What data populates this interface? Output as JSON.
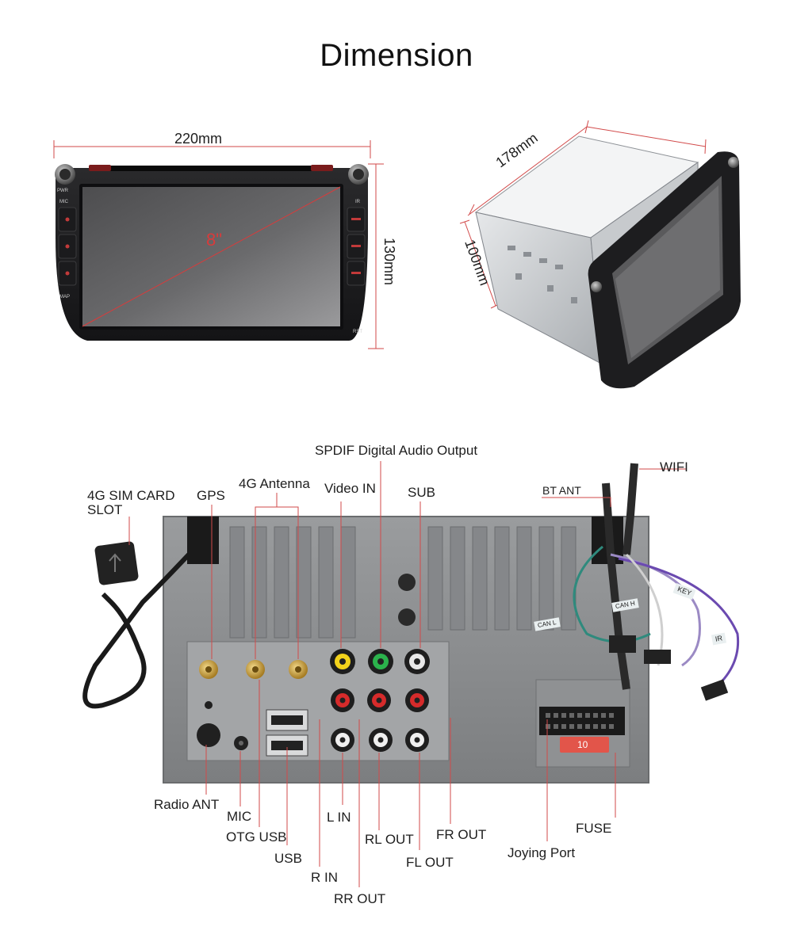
{
  "title": "Dimension",
  "dimensions": {
    "front_width": "220mm",
    "front_height": "130mm",
    "screen_size": "8\"",
    "side_width": "178mm",
    "side_depth": "100mm"
  },
  "front_unit": {
    "left_buttons": [
      "PWR",
      "MIC",
      "MAP"
    ],
    "right_buttons": [
      "IR",
      "RST"
    ]
  },
  "rear_labels": {
    "sim_slot": "4G SIM CARD\nSLOT",
    "gps": "GPS",
    "antenna_4g": "4G Antenna",
    "video_in": "Video IN",
    "spdif": "SPDIF Digital Audio Output",
    "sub": "SUB",
    "bt_ant": "BT ANT",
    "wifi": "WIFI",
    "radio_ant": "Radio ANT",
    "mic": "MIC",
    "otg_usb": "OTG USB",
    "usb": "USB",
    "r_in": "R IN",
    "rr_out": "RR OUT",
    "l_in": "L IN",
    "rl_out": "RL OUT",
    "fl_out": "FL OUT",
    "fr_out": "FR OUT",
    "joying_port": "Joying Port",
    "fuse": "FUSE"
  },
  "cable_tags": [
    "CAN H",
    "CAN L",
    "KEY",
    "IR"
  ],
  "fuse_value": "10"
}
